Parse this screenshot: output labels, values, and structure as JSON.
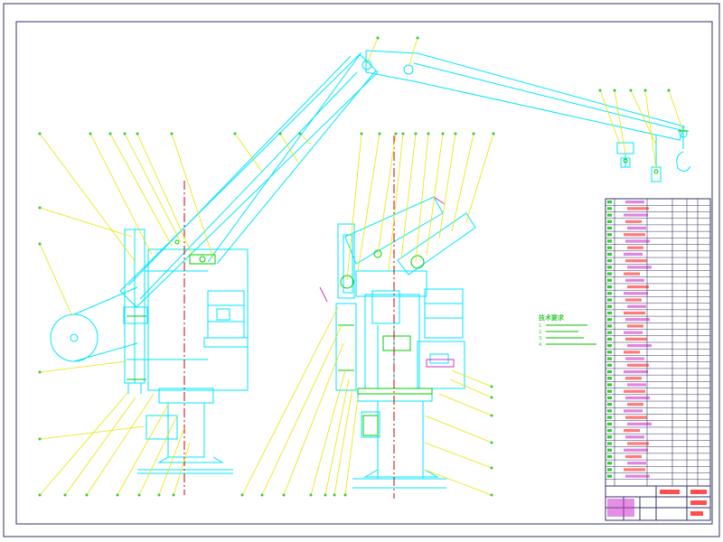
{
  "drawing": {
    "colors": {
      "outline": "#00e5ff",
      "leader": "#e6e600",
      "centerline": "#cc0000",
      "detail": "#00cc00",
      "frame": "#333366",
      "magenta": "#cc33cc",
      "title_red": "#ff2222"
    },
    "technical_notes": {
      "title": "技术要求",
      "lines": [
        "1. ",
        "2. ",
        "3. ",
        "4. "
      ]
    },
    "title_block": {
      "cells": [
        "",
        "",
        "",
        ""
      ],
      "drawing_name": "",
      "drawing_no": "",
      "scale": "",
      "sheet": ""
    },
    "parts_list": {
      "row_count": 44
    },
    "base_label": ""
  }
}
